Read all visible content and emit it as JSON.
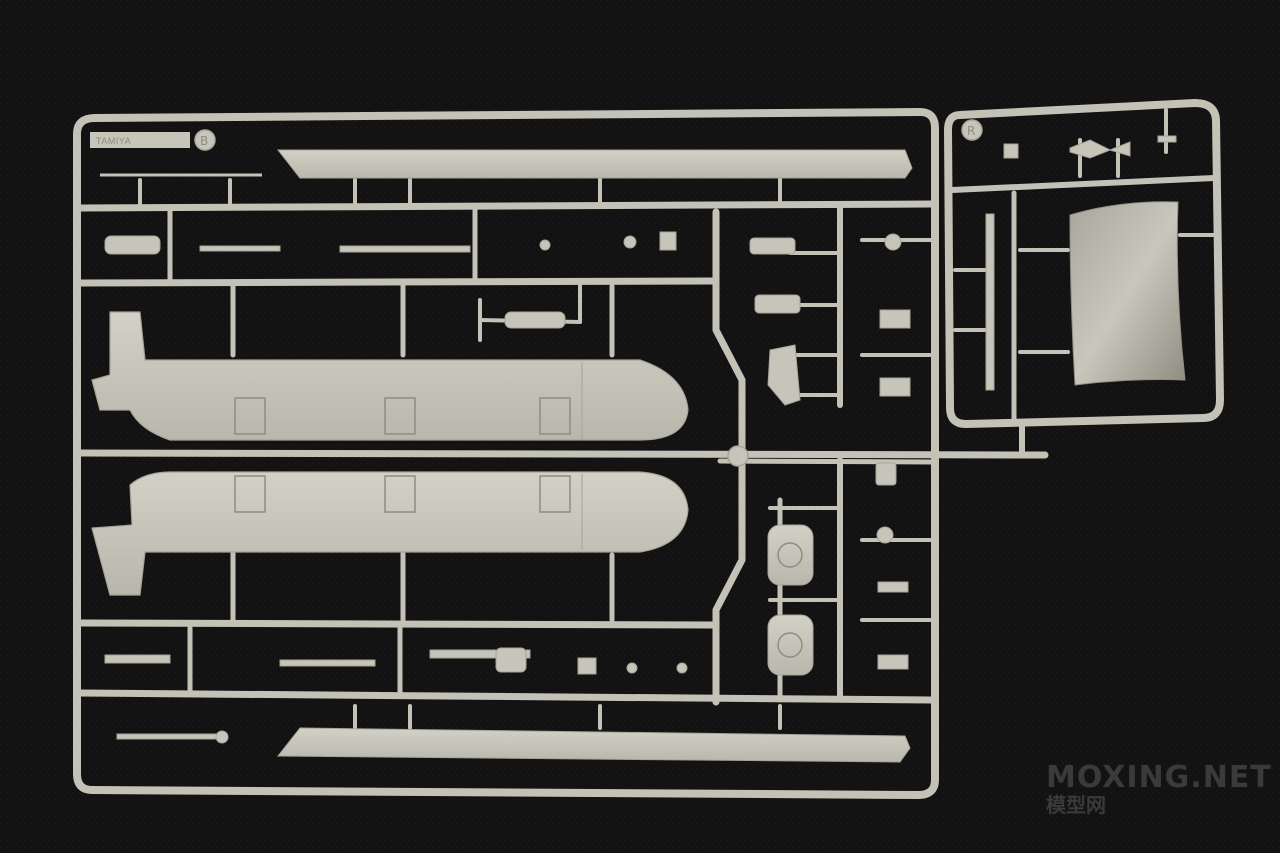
{
  "photo": {
    "subject": "plastic model kit sprue tree",
    "background_color": "#121212",
    "plastic_color": "#c7c5ba"
  },
  "sprue_main": {
    "brand_label": "TAMIYA",
    "letter": "B"
  },
  "sprue_small": {
    "letter": "R"
  },
  "watermark": {
    "text": "MOXING.NET",
    "subtext": "模型网"
  }
}
